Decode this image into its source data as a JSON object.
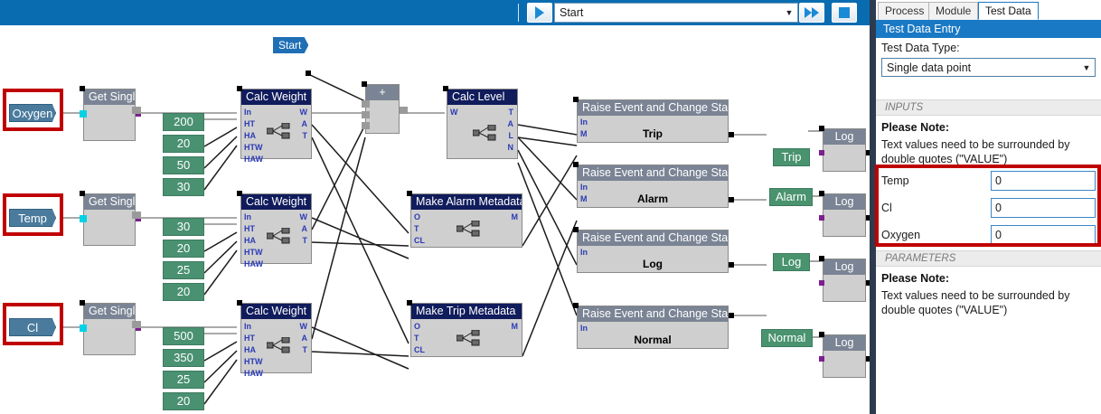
{
  "toolbar": {
    "run_icon": "play-icon",
    "fast_icon": "fast-forward-icon",
    "stop_icon": "stop-icon",
    "combo_value": "Start",
    "combo_caret": "▼"
  },
  "panel": {
    "tabs": [
      {
        "label": "Process",
        "active": false
      },
      {
        "label": "Module",
        "active": false
      },
      {
        "label": "Test Data",
        "active": true
      }
    ],
    "header": "Test Data Entry",
    "type_label": "Test Data Type:",
    "type_value": "Single data point",
    "type_caret": "▼",
    "inputs_section": "INPUTS",
    "inputs_note_title": "Please Note:",
    "inputs_note_text": "Text values need to be surrounded by double quotes (\"VALUE\")",
    "fields": [
      {
        "label": "Temp",
        "value": "0"
      },
      {
        "label": "Cl",
        "value": "0"
      },
      {
        "label": "Oxygen",
        "value": "0"
      }
    ],
    "params_section": "PARAMETERS",
    "params_note_title": "Please Note:",
    "params_note_text": "Text values need to be surrounded by double quotes (\"VALUE\")"
  },
  "diagram": {
    "start_label": "Start",
    "tags": [
      {
        "label": "Oxygen"
      },
      {
        "label": "Temp"
      },
      {
        "label": "Cl"
      }
    ],
    "get_single_label": "Get Single",
    "calc_weight_label": "Calc Weight",
    "calc_weight_inputs": [
      "In",
      "HT",
      "HA",
      "HTW",
      "HAW"
    ],
    "calc_weight_outputs": [
      "W",
      "A",
      "T"
    ],
    "constants": {
      "oxygen": [
        "200",
        "20",
        "50",
        "30"
      ],
      "temp": [
        "30",
        "20",
        "25",
        "20"
      ],
      "cl": [
        "500",
        "350",
        "25",
        "20"
      ]
    },
    "adder_label": "+",
    "calc_level_label": "Calc Level",
    "calc_level_inputs": [
      "W"
    ],
    "calc_level_outputs": [
      "T",
      "A",
      "L",
      "N"
    ],
    "make_alarm_label": "Make Alarm Metadata",
    "make_trip_label": "Make Trip Metadata",
    "metadata_inputs": [
      "O",
      "T",
      "CL"
    ],
    "metadata_outputs": [
      "M"
    ],
    "raise_event_label": "Raise Event and Change State",
    "raise_events": [
      {
        "title": "Trip",
        "ports": [
          "In",
          "M"
        ],
        "chip": "Trip",
        "log": "Log"
      },
      {
        "title": "Alarm",
        "ports": [
          "In",
          "M"
        ],
        "chip": "Alarm",
        "log": "Log"
      },
      {
        "title": "Log",
        "ports": [
          "In"
        ],
        "chip": "Log",
        "log": "Log"
      },
      {
        "title": "Normal",
        "ports": [
          "In"
        ],
        "chip": "Normal",
        "log": "Log"
      }
    ]
  },
  "colors": {
    "toolbar_blue": "#0a6cb0",
    "accent_blue": "#1a79c4",
    "node_header_navy": "#101c5c",
    "node_header_grey": "#7a8494",
    "node_body": "#cfcfcf",
    "chip_green": "#4a9171",
    "tag_blue": "#4a7b9d",
    "highlight_red": "#c00000"
  }
}
